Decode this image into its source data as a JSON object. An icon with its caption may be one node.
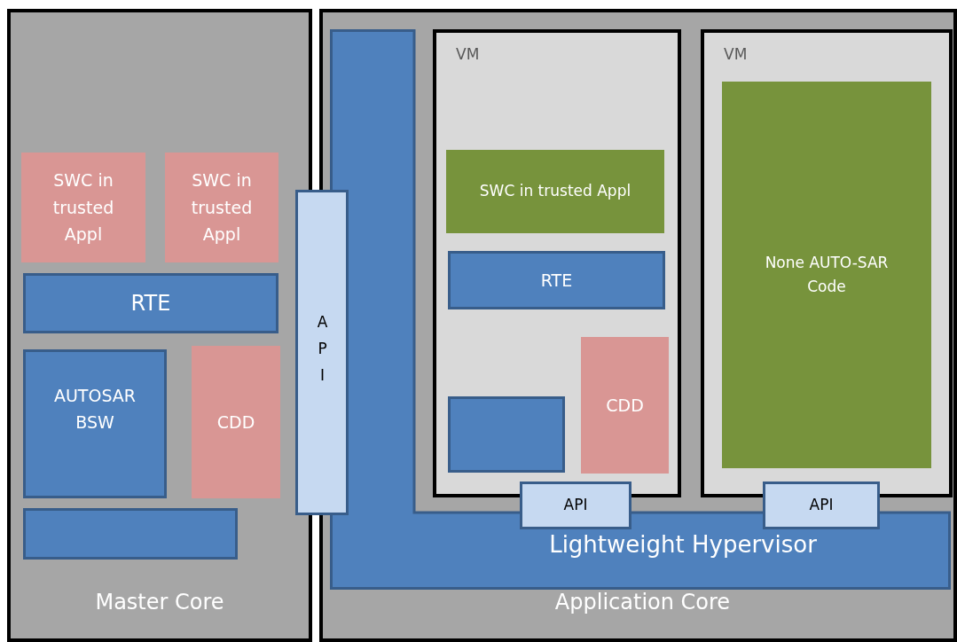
{
  "diagram": {
    "nodes": [
      {
        "text": [
          "Master Core"
        ]
      },
      {
        "text": [
          "SWC in trusted Appl"
        ],
        "in": 0
      },
      {
        "text": [
          "SWC in trusted Appl"
        ],
        "in": 0
      },
      {
        "text": [
          "RTE"
        ],
        "in": 0
      },
      {
        "text": [
          "AUTOSAR BSW"
        ],
        "in": 0
      },
      {
        "text": [
          "CDD"
        ],
        "in": 0
      },
      {
        "text": [],
        "shape": "box",
        "in": 0
      },
      {
        "text": [
          "API"
        ]
      },
      {
        "text": [
          "Application Core"
        ]
      },
      {
        "text": [
          "Lightweight Hypervisor"
        ],
        "in": 8
      },
      {
        "text": [
          "VM"
        ],
        "in": 8
      },
      {
        "text": [
          "SWC in trusted Appl"
        ],
        "in": 10
      },
      {
        "text": [
          "RTE"
        ],
        "in": 10
      },
      {
        "text": [
          "CDD"
        ],
        "in": 10
      },
      {
        "text": [],
        "shape": "box",
        "in": 10
      },
      {
        "text": [
          "VM"
        ],
        "in": 8
      },
      {
        "text": [
          "None AUTO-SAR Code"
        ],
        "in": 15
      },
      {
        "text": [
          "API"
        ],
        "in": 8
      },
      {
        "text": [
          "API"
        ],
        "in": 8
      }
    ],
    "edges": []
  }
}
